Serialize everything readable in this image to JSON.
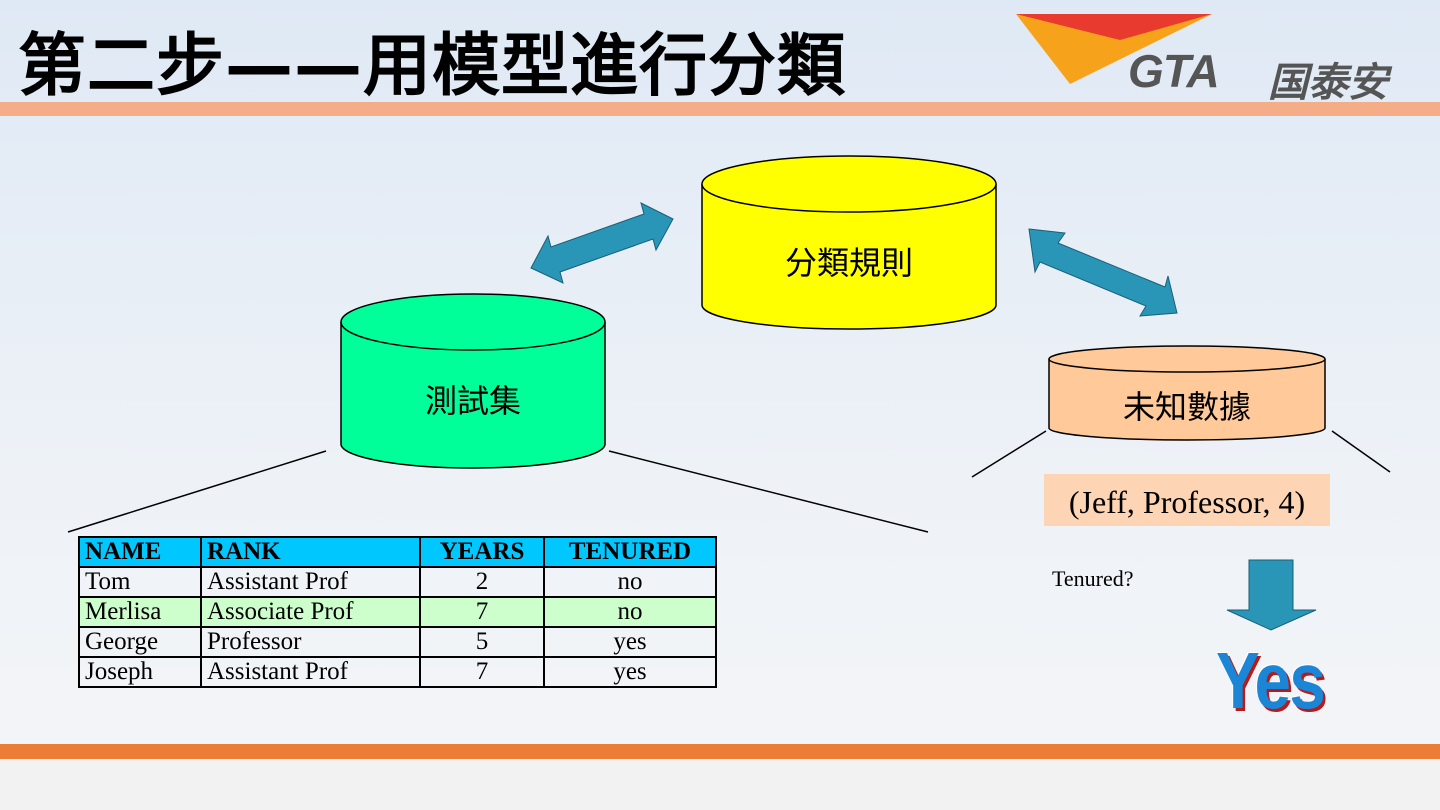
{
  "slide": {
    "title": "第二步——用模型進行分類",
    "logo": {
      "text_latin": "GTA",
      "text_cn": "国泰安",
      "colors": [
        "#e83a2e",
        "#f6a21b"
      ]
    }
  },
  "diagram": {
    "rules_label": "分類規則",
    "test_set_label": "測試集",
    "unknown_label": "未知數據",
    "sample_tuple": "(Jeff, Professor, 4)",
    "question": "Tenured?",
    "answer": "Yes",
    "colors": {
      "rules": "#ffff00",
      "test_set": "#00ff99",
      "unknown": "#ffc999",
      "arrow": "#2996b8"
    }
  },
  "table": {
    "headers": [
      "NAME",
      "RANK",
      "YEARS",
      "TENURED"
    ],
    "rows": [
      [
        "Tom",
        "Assistant Prof",
        "2",
        "no"
      ],
      [
        "Merlisa",
        "Associate Prof",
        "7",
        "no"
      ],
      [
        "George",
        "Professor",
        "5",
        "yes"
      ],
      [
        "Joseph",
        "Assistant Prof",
        "7",
        "yes"
      ]
    ]
  }
}
